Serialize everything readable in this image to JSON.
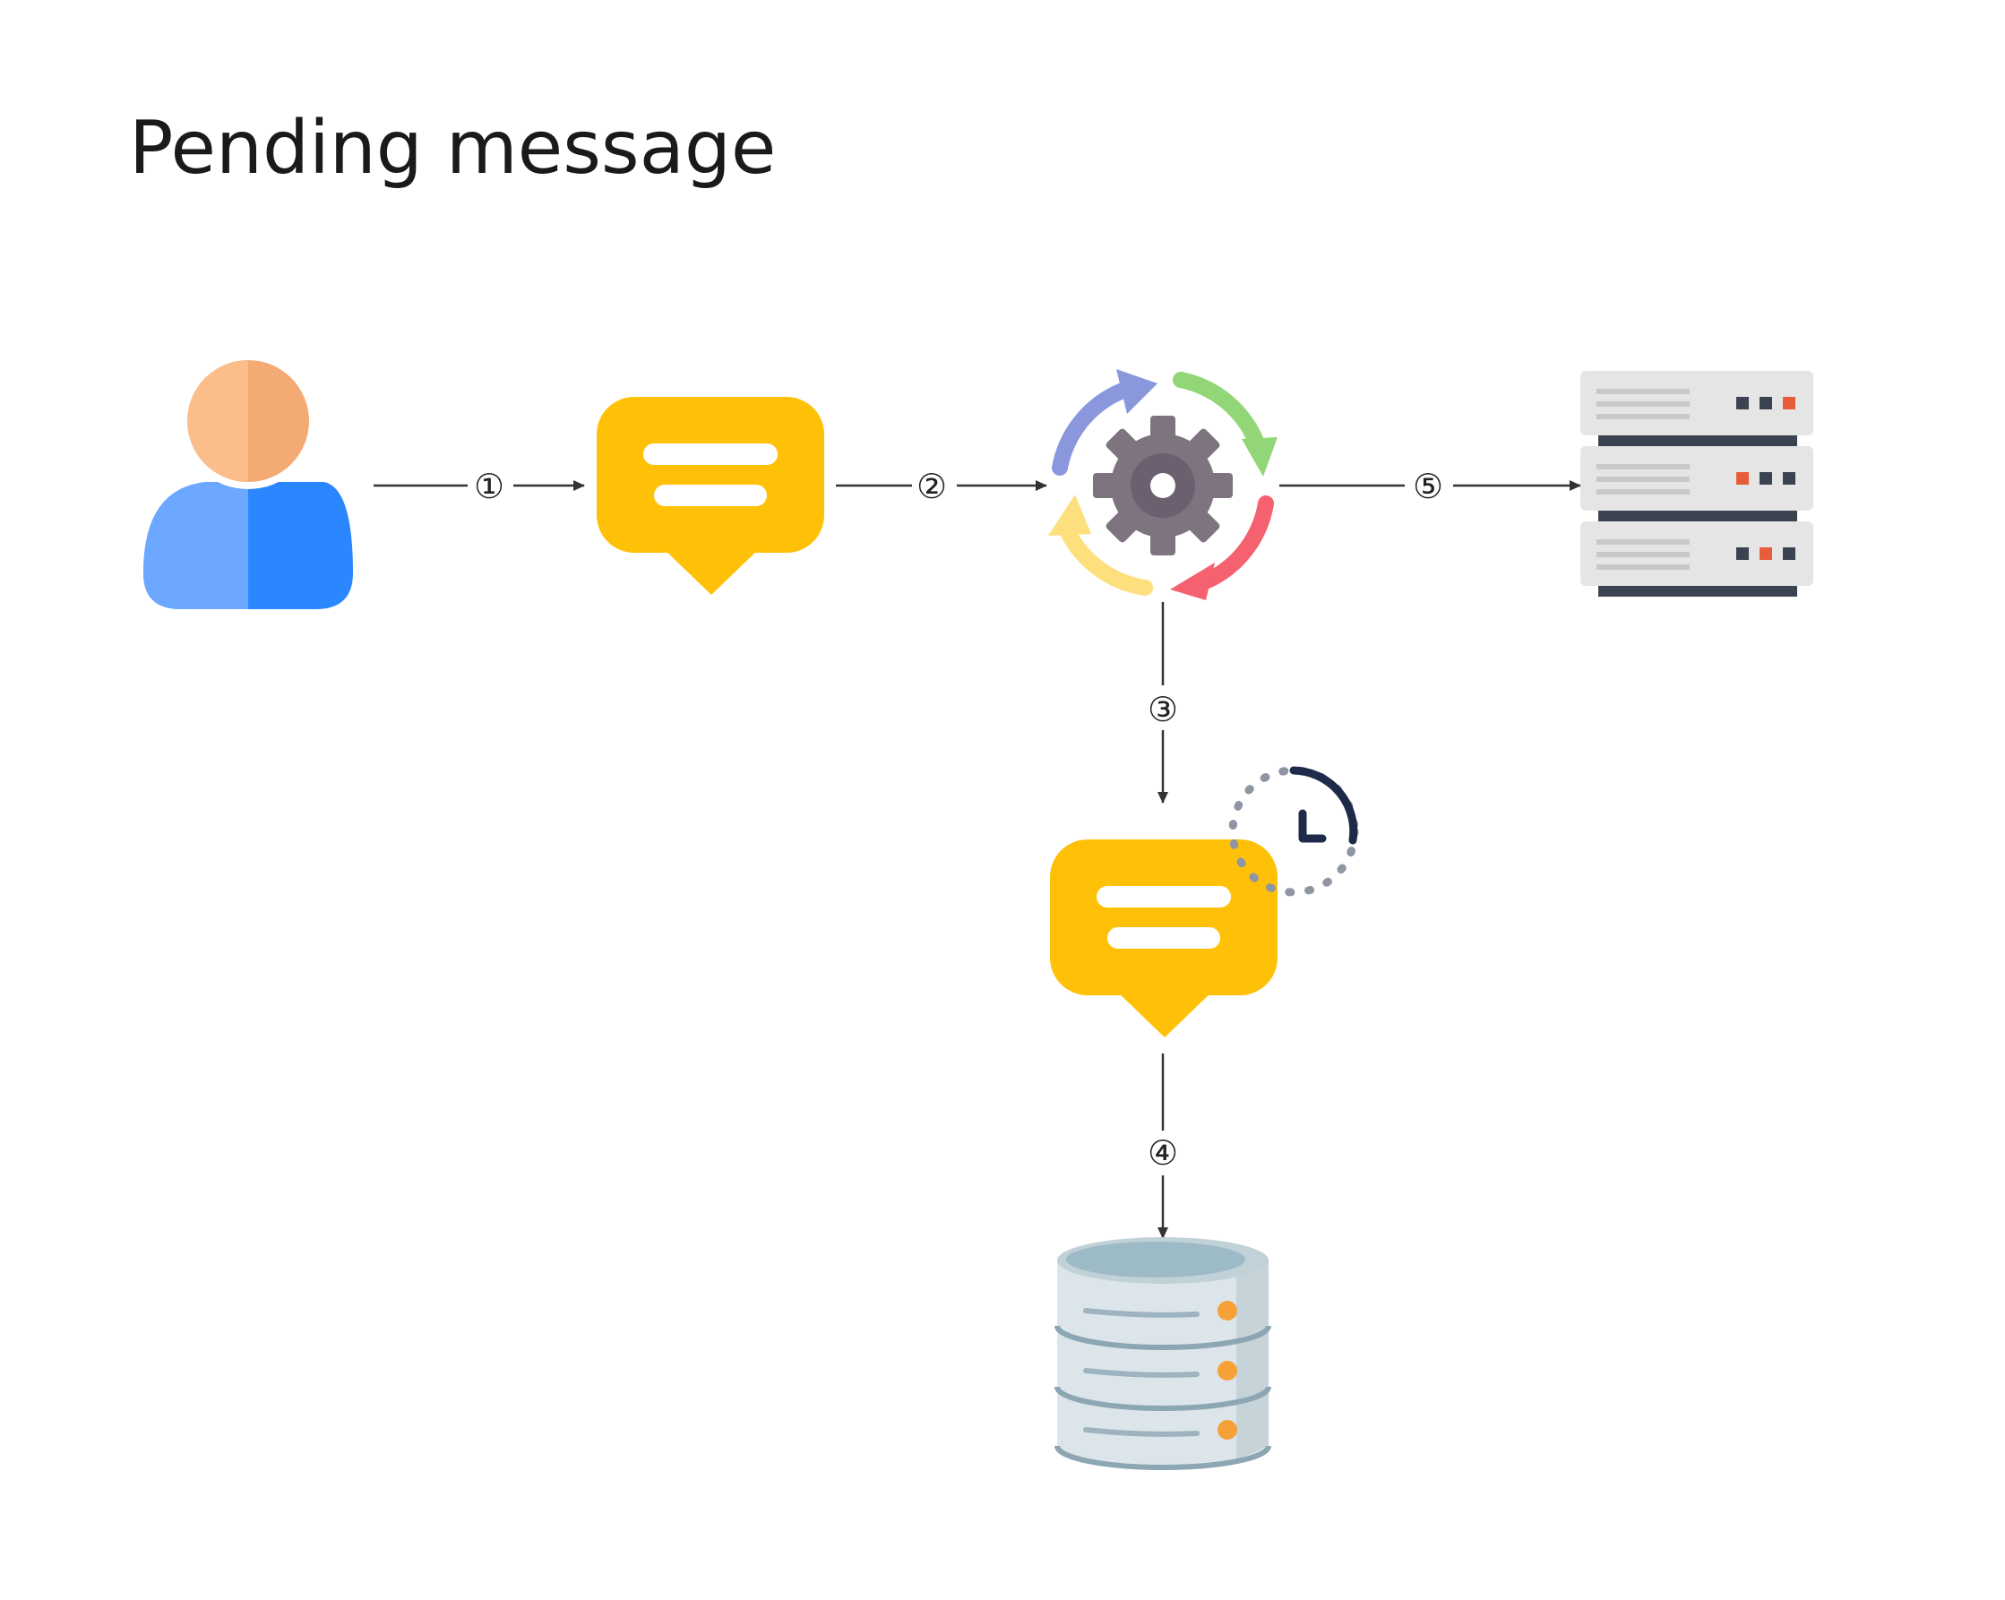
{
  "title": "Pending message",
  "nodes": [
    {
      "id": "user",
      "icon": "user-icon"
    },
    {
      "id": "message",
      "icon": "chat-bubble-icon"
    },
    {
      "id": "processor",
      "icon": "gear-cycle-icon"
    },
    {
      "id": "server",
      "icon": "server-rack-icon"
    },
    {
      "id": "pending-message",
      "icon": "chat-bubble-clock-icon"
    },
    {
      "id": "database",
      "icon": "database-icon"
    }
  ],
  "steps": [
    "①",
    "②",
    "③",
    "④",
    "⑤"
  ],
  "colors": {
    "bubble": "#FFC107",
    "user_head": "#FBBD89",
    "user_body": "#2B87FF",
    "gear": "#7E7480",
    "arrow_blue": "#8A97DD",
    "arrow_green": "#93D677",
    "arrow_red": "#F5616E",
    "arrow_yellow": "#FDE07D",
    "server": "#E5E5E5",
    "server_dark": "#3B4351",
    "server_led": "#E75D3A",
    "database": "#DCE6EA",
    "database_top": "#9DBAC7",
    "database_led": "#F5A137",
    "clock": "#1E2A4A"
  }
}
